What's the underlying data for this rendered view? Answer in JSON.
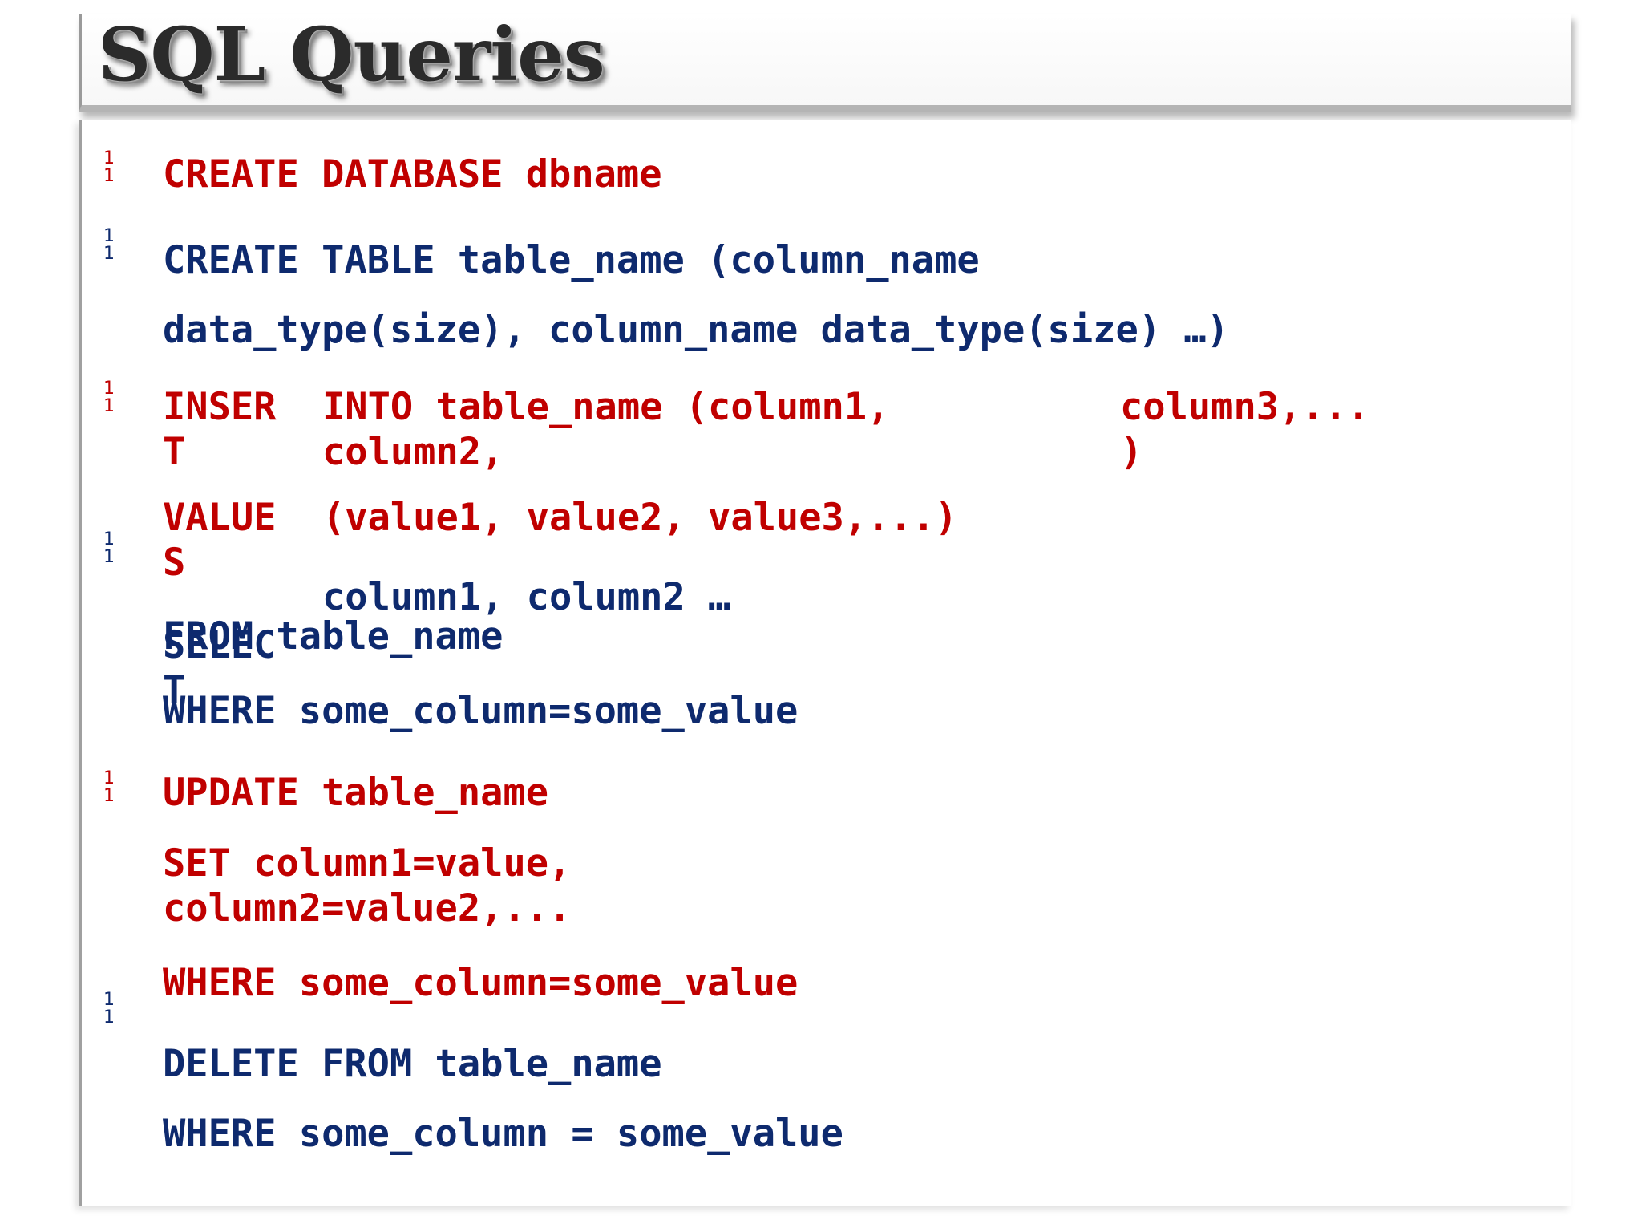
{
  "slide": {
    "title": "SQL Queries",
    "bullet_glyph": "1\n1",
    "lines": {
      "create_db": "CREATE DATABASE dbname",
      "create_table_1": "CREATE TABLE table_name (column_name",
      "create_table_2": "data_type(size), column_name data_type(size) …)",
      "insert_kw": "INSER\nT",
      "insert_into": "INTO table_name (column1,\ncolumn2,",
      "insert_col3": "column3,...\n)",
      "values_kw": "VALUE\nS",
      "values_list": "(value1, value2, value3,...)",
      "select_cols": "column1, column2 …",
      "select_kw": "SELEC\nT",
      "select_from": "FROM table_name",
      "select_where": "WHERE some_column=some_value",
      "update_1": "UPDATE table_name",
      "update_set": "SET column1=value,\ncolumn2=value2,...",
      "update_where": "WHERE some_column=some_value",
      "delete_1": "DELETE FROM table_name",
      "delete_where": "WHERE some_column = some_value"
    }
  }
}
